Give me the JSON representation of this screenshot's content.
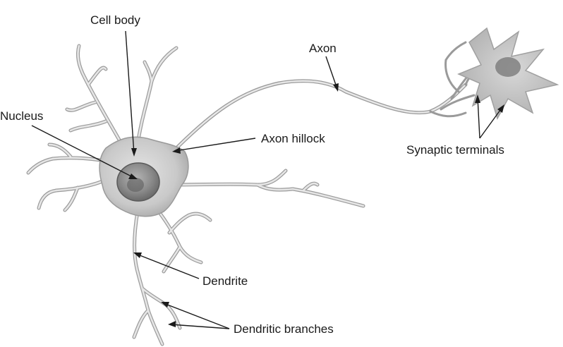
{
  "labels": {
    "cell_body": "Cell body",
    "axon": "Axon",
    "nucleus": "Nucleus",
    "axon_hillock": "Axon hillock",
    "synaptic_terminals": "Synaptic terminals",
    "dendrite": "Dendrite",
    "dendritic_branches": "Dendritic branches"
  },
  "colors": {
    "text": "#1a1a1a",
    "membrane_outline": "#9a9a9a",
    "cytoplasm": "#c8c8c8",
    "nucleus": "#8a8a8a"
  }
}
